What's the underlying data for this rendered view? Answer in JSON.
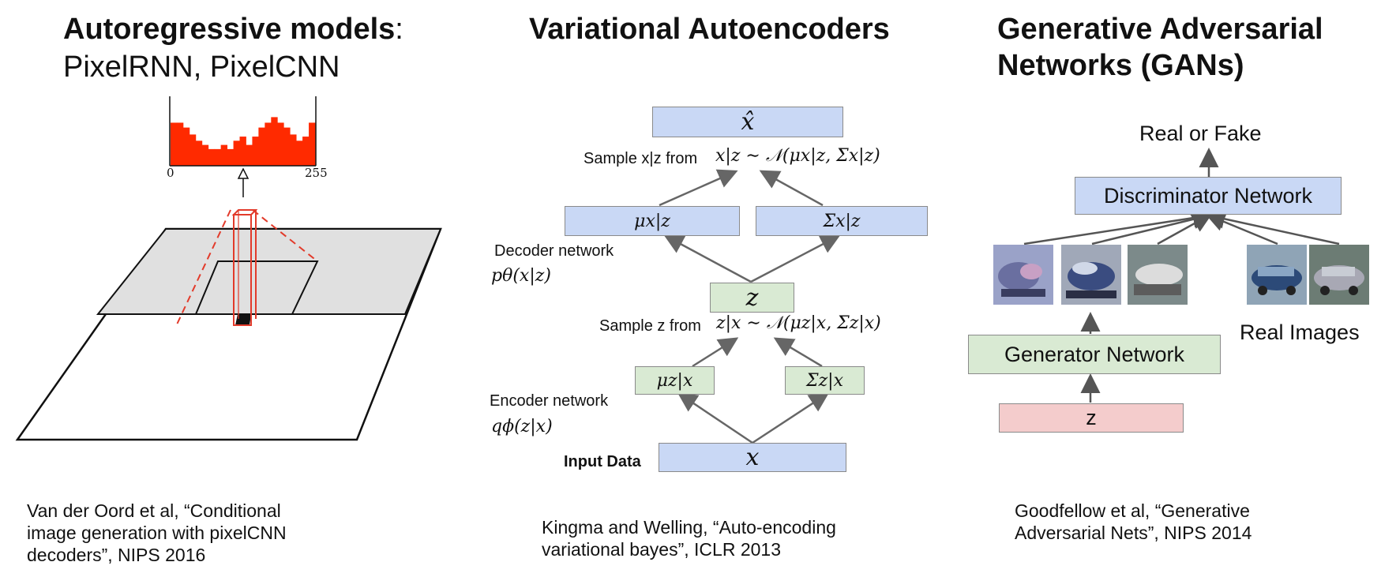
{
  "pixel": {
    "title_bold": "Autoregressive models",
    "title_colon": ":",
    "subtitle": "PixelRNN, PixelCNN",
    "axis_min": "0",
    "axis_max": "255",
    "citation": [
      "Van der Oord et al, “Conditional",
      "image generation with pixelCNN",
      "decoders”, NIPS 2016"
    ]
  },
  "vae": {
    "title": "Variational Autoencoders",
    "x_hat": "x̂",
    "sample_x_label": "Sample x|z from",
    "sample_x_formula": "x|z ∼ 𝒩(μx|z, Σx|z)",
    "mu_xz": "μx|z",
    "sigma_xz": "Σx|z",
    "decoder_label": "Decoder network",
    "decoder_formula": "pθ(x|z)",
    "z": "z",
    "sample_z_label": "Sample z from",
    "sample_z_formula": "z|x ∼ 𝒩(μz|x, Σz|x)",
    "mu_zx": "μz|x",
    "sigma_zx": "Σz|x",
    "encoder_label": "Encoder network",
    "encoder_formula": "qϕ(z|x)",
    "input_label": "Input Data",
    "x": "x",
    "citation": [
      "Kingma and Welling, “Auto-encoding",
      "variational bayes”, ICLR 2013"
    ]
  },
  "gan": {
    "title": [
      "Generative Adversarial",
      "Networks (GANs)"
    ],
    "real_or_fake": "Real or Fake",
    "discriminator": "Discriminator Network",
    "generator": "Generator Network",
    "z": "z",
    "real_images": "Real Images",
    "citation": [
      "Goodfellow et al, “Generative",
      "Adversarial Nets”, NIPS 2014"
    ]
  },
  "histogram": [
    0.62,
    0.62,
    0.55,
    0.45,
    0.36,
    0.3,
    0.24,
    0.24,
    0.3,
    0.24,
    0.36,
    0.42,
    0.3,
    0.42,
    0.55,
    0.62,
    0.7,
    0.62,
    0.55,
    0.45,
    0.36,
    0.42,
    0.62
  ],
  "colors": {
    "histogram": "#ff2a00",
    "blue_box": "#c9d8f5",
    "green_box": "#d9ead3",
    "pink_box": "#f4cccc"
  }
}
